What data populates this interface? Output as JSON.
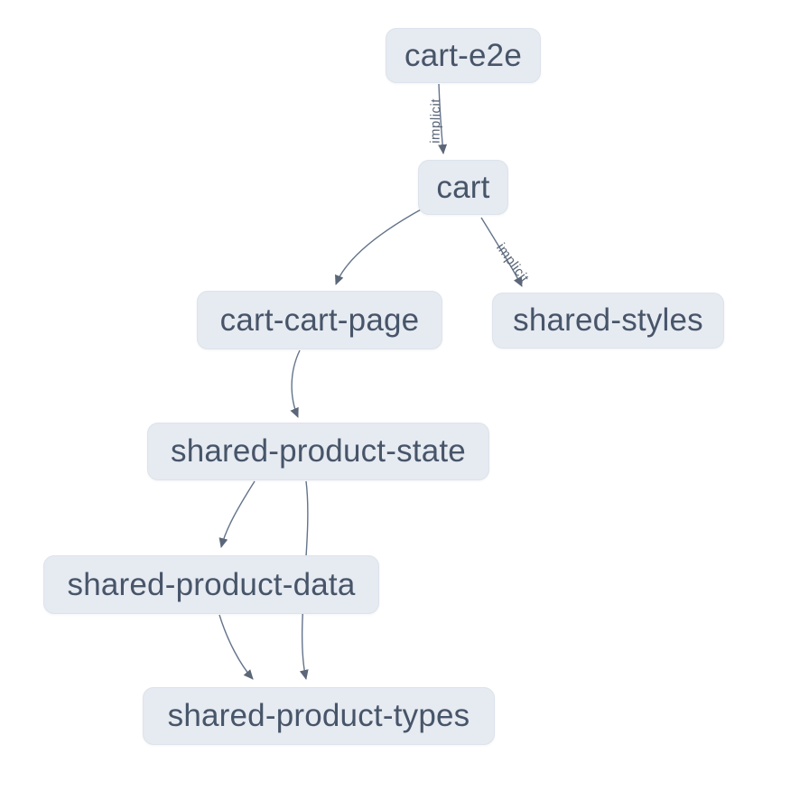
{
  "diagram": {
    "type": "dependency-graph",
    "colors": {
      "background": "#ffffff",
      "node_fill": "#e6eaf1",
      "node_border": "#dde3ec",
      "node_text": "#475569",
      "edge_stroke": "#64748b",
      "edge_label_text": "#5c6878"
    },
    "nodes": [
      {
        "id": "cart-e2e",
        "label": "cart-e2e"
      },
      {
        "id": "cart",
        "label": "cart"
      },
      {
        "id": "cart-cart-page",
        "label": "cart-cart-page"
      },
      {
        "id": "shared-styles",
        "label": "shared-styles"
      },
      {
        "id": "shared-product-state",
        "label": "shared-product-state"
      },
      {
        "id": "shared-product-data",
        "label": "shared-product-data"
      },
      {
        "id": "shared-product-types",
        "label": "shared-product-types"
      }
    ],
    "edges": [
      {
        "source": "cart-e2e",
        "target": "cart",
        "label": "implicit"
      },
      {
        "source": "cart",
        "target": "cart-cart-page",
        "label": ""
      },
      {
        "source": "cart",
        "target": "shared-styles",
        "label": "implicit"
      },
      {
        "source": "cart-cart-page",
        "target": "shared-product-state",
        "label": ""
      },
      {
        "source": "shared-product-state",
        "target": "shared-product-data",
        "label": ""
      },
      {
        "source": "shared-product-state",
        "target": "shared-product-types",
        "label": ""
      },
      {
        "source": "shared-product-data",
        "target": "shared-product-types",
        "label": ""
      }
    ]
  }
}
